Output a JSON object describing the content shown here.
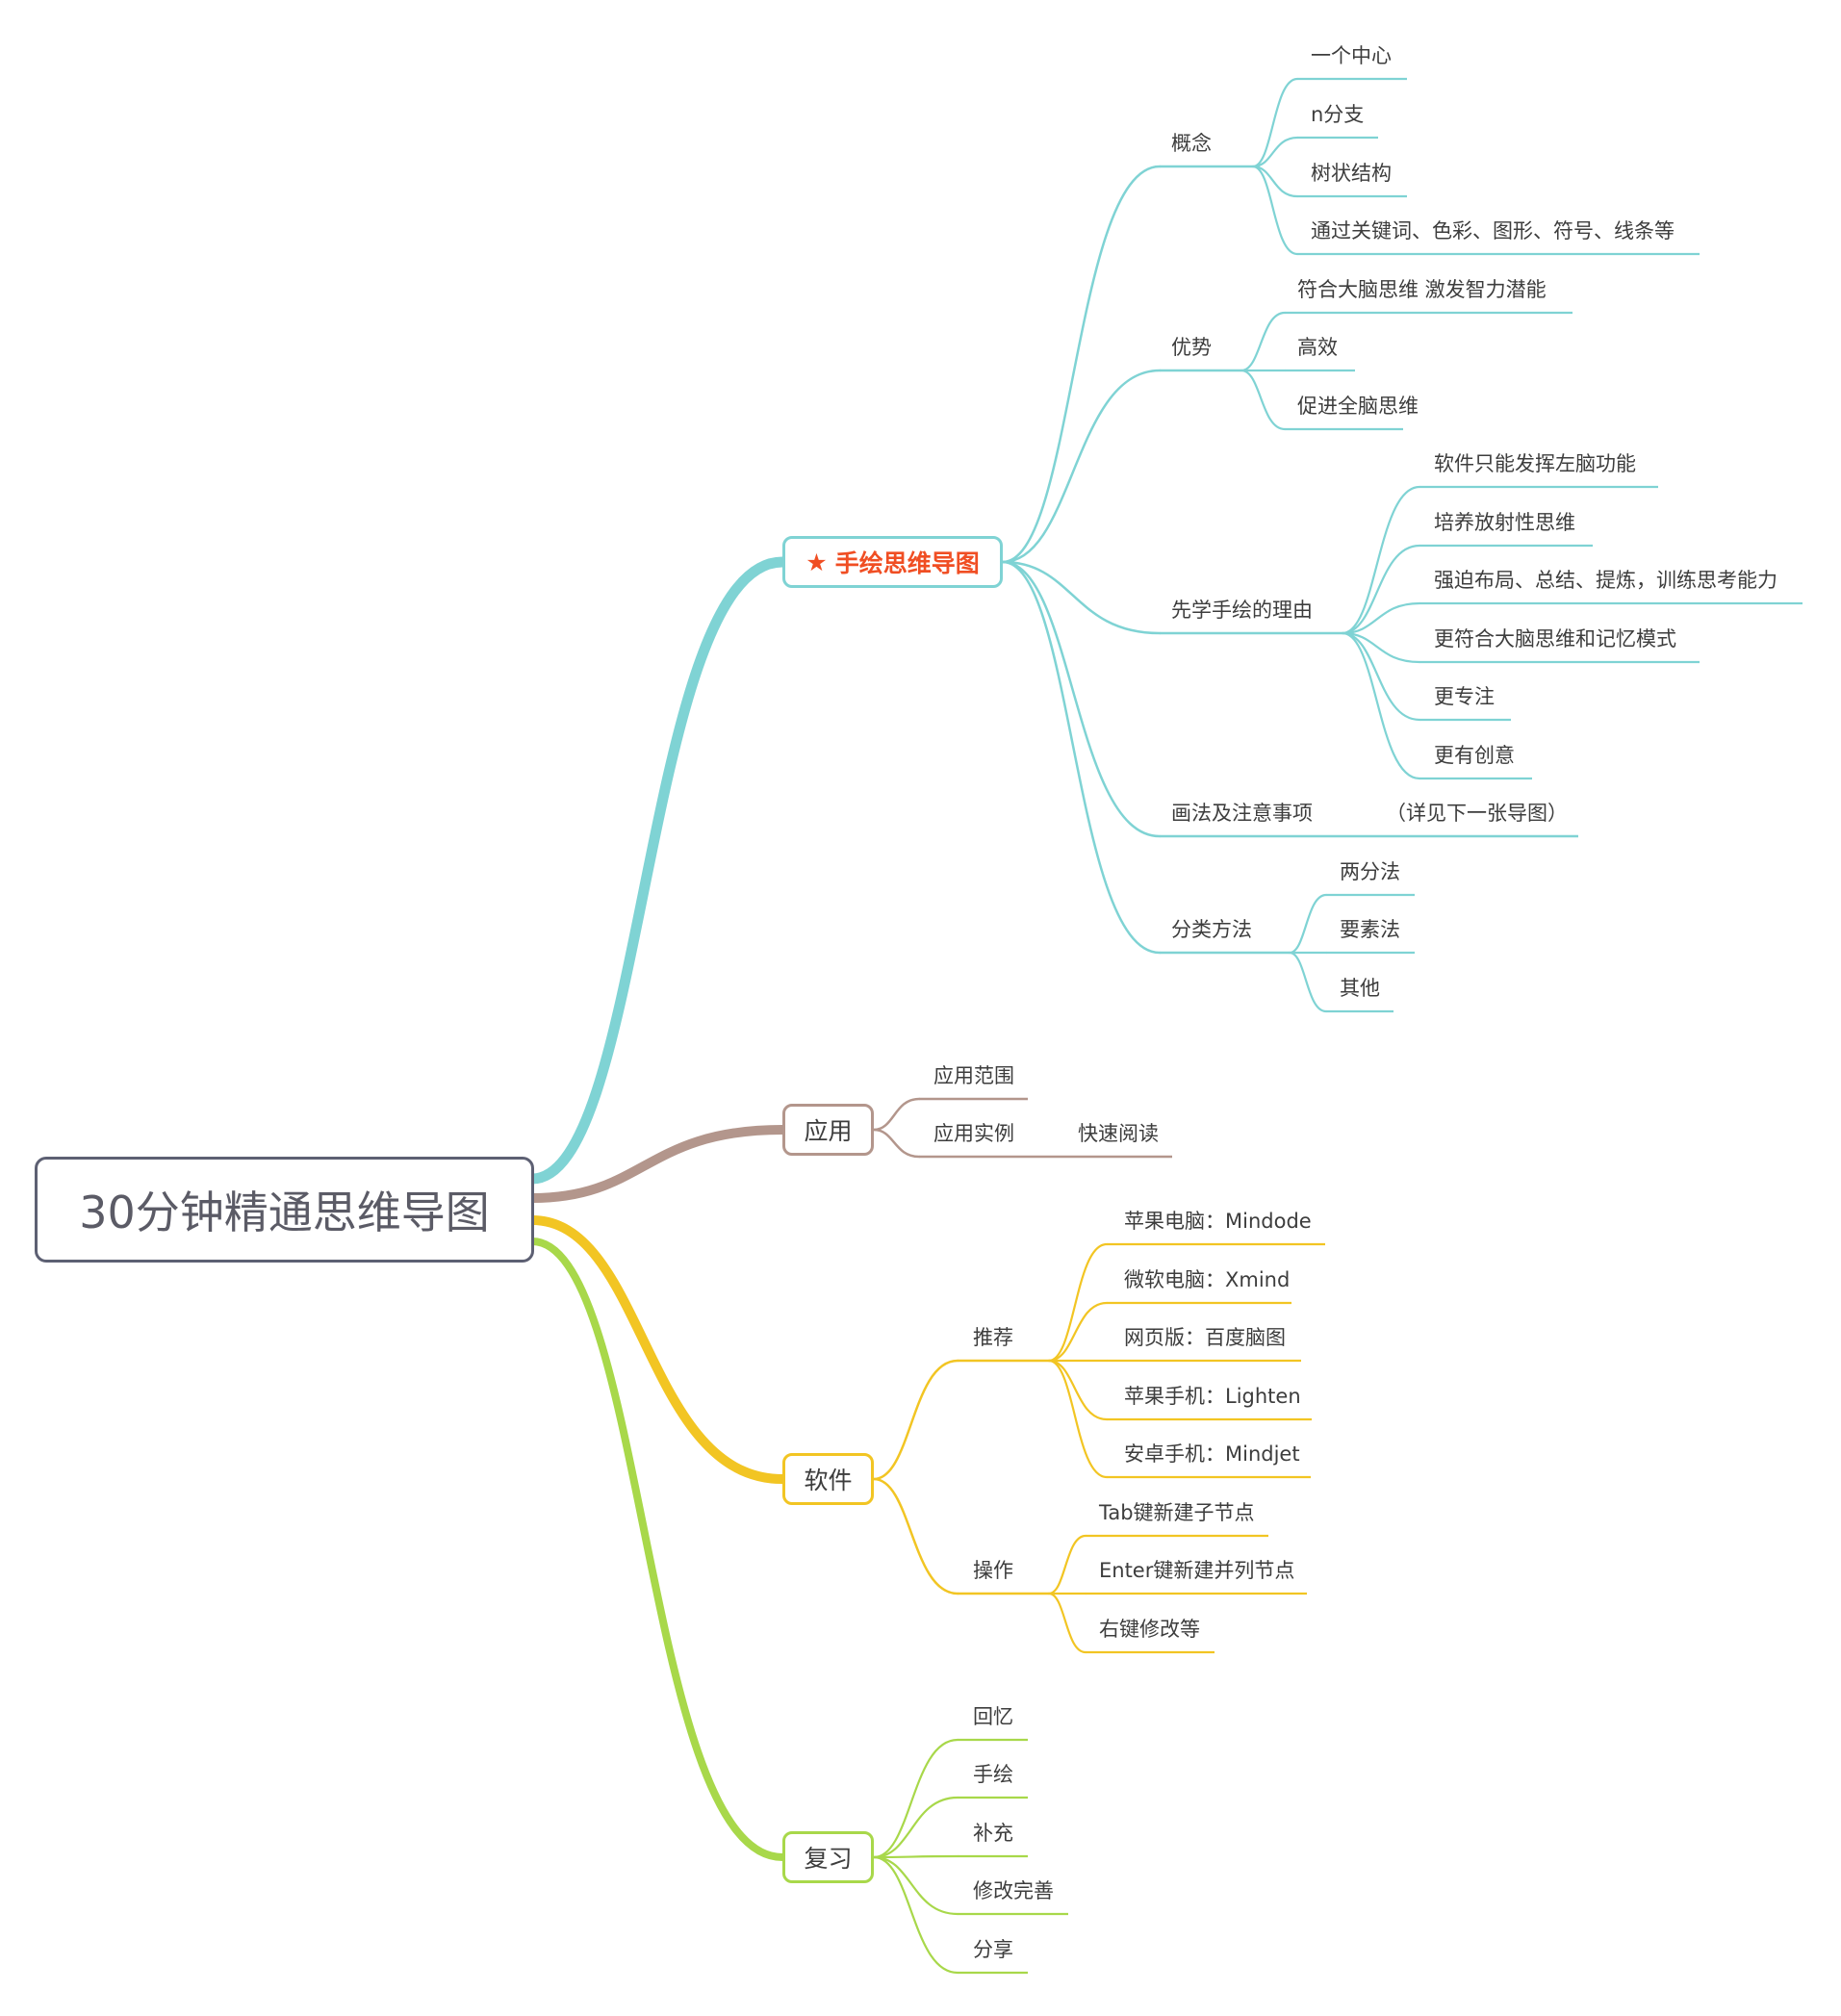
{
  "root": {
    "label": "30分钟精通思维导图"
  },
  "colors": {
    "teal": "#7fd3d4",
    "brown": "#b3968c",
    "yellow": "#f2c523",
    "green": "#a8d84a",
    "root_border": "#5d6073",
    "highlight": "#f04e23"
  },
  "branches": {
    "handdrawn": {
      "label": "手绘思维导图",
      "star_icon": "★",
      "children": {
        "concept": {
          "label": "概念",
          "items": [
            "一个中心",
            "n分支",
            "树状结构",
            "通过关键词、色彩、图形、符号、线条等"
          ]
        },
        "advantage": {
          "label": "优势",
          "items": [
            "符合大脑思维  激发智力潜能",
            "高效",
            "促进全脑思维"
          ]
        },
        "reason": {
          "label": "先学手绘的理由",
          "items": [
            "软件只能发挥左脑功能",
            "培养放射性思维",
            "强迫布局、总结、提炼，训练思考能力",
            "更符合大脑思维和记忆模式",
            "更专注",
            "更有创意"
          ]
        },
        "drawing": {
          "label": "画法及注意事项",
          "note": "（详见下一张导图）"
        },
        "classify": {
          "label": "分类方法",
          "items": [
            "两分法",
            "要素法",
            "其他"
          ]
        }
      }
    },
    "application": {
      "label": "应用",
      "scope": "应用范围",
      "example": "应用实例",
      "example_item": "快速阅读"
    },
    "software": {
      "label": "软件",
      "recommend": {
        "label": "推荐",
        "items": [
          "苹果电脑：Mindode",
          "微软电脑：Xmind",
          "网页版：百度脑图",
          "苹果手机：Lighten",
          "安卓手机：Mindjet"
        ]
      },
      "operation": {
        "label": "操作",
        "items": [
          "Tab键新建子节点",
          "Enter键新建并列节点",
          "右键修改等"
        ]
      }
    },
    "review": {
      "label": "复习",
      "items": [
        "回忆",
        "手绘",
        "补充",
        "修改完善",
        "分享"
      ]
    }
  }
}
